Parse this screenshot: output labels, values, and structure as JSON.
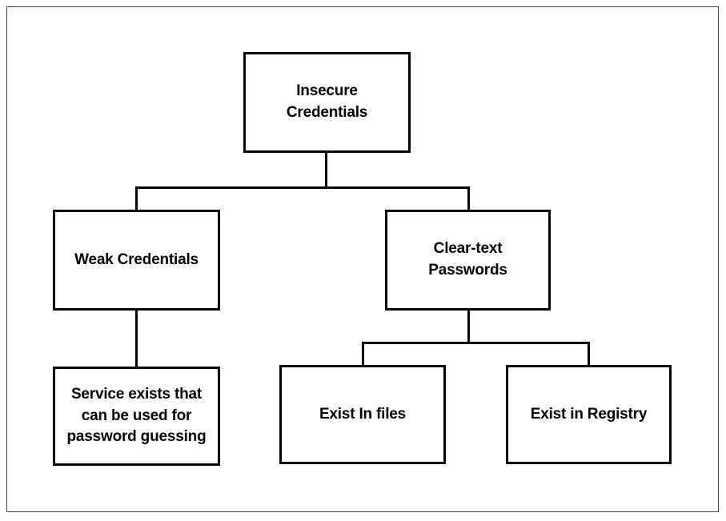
{
  "diagram": {
    "title_note": "Insecure Credentials hierarchy tree",
    "type": "tree",
    "nodes": [
      {
        "id": "root",
        "label": "Insecure\nCredentials",
        "level": 1
      },
      {
        "id": "weak",
        "label": "Weak Credentials",
        "level": 2
      },
      {
        "id": "cleartext",
        "label": "Clear-text\nPasswords",
        "level": 2
      },
      {
        "id": "guessing",
        "label": "Service exists that\ncan be used for\npassword guessing",
        "level": 3
      },
      {
        "id": "files",
        "label": "Exist In files",
        "level": 3
      },
      {
        "id": "registry",
        "label": "Exist in Registry",
        "level": 3
      }
    ],
    "edges": [
      {
        "from": "root",
        "to": "weak"
      },
      {
        "from": "root",
        "to": "cleartext"
      },
      {
        "from": "weak",
        "to": "guessing"
      },
      {
        "from": "cleartext",
        "to": "files"
      },
      {
        "from": "cleartext",
        "to": "registry"
      }
    ],
    "colors": {
      "node_border": "#000000",
      "node_fill": "#ffffff",
      "edge": "#000000",
      "frame_border": "#3f3f3f",
      "text": "#000000",
      "background": "#ffffff"
    }
  }
}
